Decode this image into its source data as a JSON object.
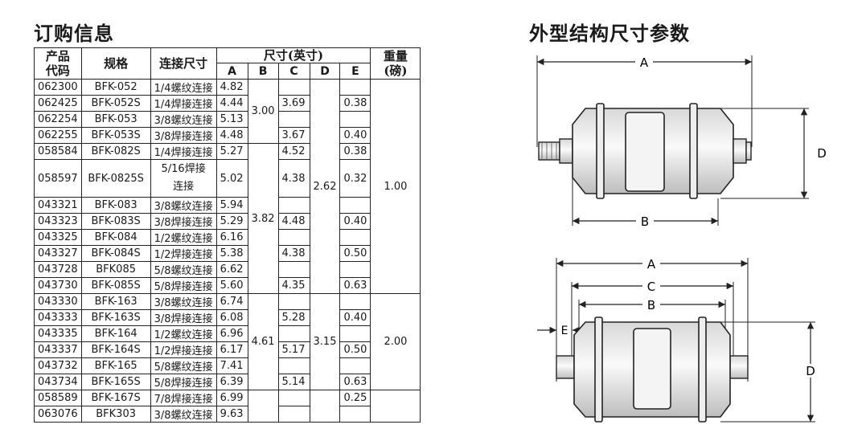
{
  "left_title": "订购信息",
  "right_title": "外型结构尺寸参数",
  "table": {
    "headers": {
      "code": [
        "产品",
        "代码"
      ],
      "spec": "规格",
      "conn": "连接尺寸",
      "dims": "尺寸(英寸)",
      "a": "A",
      "b": "B",
      "c": "C",
      "d": "D",
      "e": "E",
      "weight": [
        "重量",
        "(磅)"
      ]
    },
    "rows": [
      {
        "code": "062300",
        "spec": "BFK-052",
        "conn": "1/4螺纹连接",
        "a": "4.82",
        "c": ""
      },
      {
        "code": "062425",
        "spec": "BFK-052S",
        "conn": "1/4焊接连接",
        "a": "4.44",
        "c": "3.69"
      },
      {
        "code": "062254",
        "spec": "BFK-053",
        "conn": "3/8螺纹连接",
        "a": "5.13",
        "c": ""
      },
      {
        "code": "062255",
        "spec": "BFK-053S",
        "conn": "3/8焊接连接",
        "a": "4.48",
        "c": "3.67"
      },
      {
        "code": "058584",
        "spec": "BFK-082S",
        "conn": "1/4焊接连接",
        "a": "5.27",
        "c": "4.52"
      },
      {
        "code": "058597",
        "spec": "BFK-0825S",
        "conn": [
          "5/16焊接",
          "连接"
        ],
        "a": "5.02",
        "c": "4.38"
      },
      {
        "code": "043321",
        "spec": "BFK-083",
        "conn": "3/8螺纹连接",
        "a": "5.94",
        "c": ""
      },
      {
        "code": "043323",
        "spec": "BFK-083S",
        "conn": "3/8焊接连接",
        "a": "5.29",
        "c": "4.48"
      },
      {
        "code": "043325",
        "spec": "BFK-084",
        "conn": "1/2螺纹连接",
        "a": "6.16",
        "c": ""
      },
      {
        "code": "043327",
        "spec": "BFK-084S",
        "conn": "1/2焊接连接",
        "a": "5.38",
        "c": "4.38"
      },
      {
        "code": "043728",
        "spec": "BFK085",
        "conn": "5/8螺纹连接",
        "a": "6.62",
        "c": ""
      },
      {
        "code": "043730",
        "spec": "BFK-085S",
        "conn": "5/8焊接连接",
        "a": "5.60",
        "c": "4.35"
      },
      {
        "code": "043330",
        "spec": "BFK-163",
        "conn": "3/8螺纹连接",
        "a": "6.74",
        "c": ""
      },
      {
        "code": "043333",
        "spec": "BFK-163S",
        "conn": "3/8焊接连接",
        "a": "6.08",
        "c": "5.28"
      },
      {
        "code": "043335",
        "spec": "BFK-164",
        "conn": "1/2螺纹连接",
        "a": "6.96",
        "c": ""
      },
      {
        "code": "043337",
        "spec": "BFK-164S",
        "conn": "1/2焊接连接",
        "a": "6.17",
        "c": "5.17"
      },
      {
        "code": "043732",
        "spec": "BFK-165",
        "conn": "5/8螺纹连接",
        "a": "7.41",
        "c": ""
      },
      {
        "code": "043734",
        "spec": "BFK-165S",
        "conn": "5/8焊接连接",
        "a": "6.39",
        "c": "5.14"
      },
      {
        "code": "058589",
        "spec": "BFK-167S",
        "conn": "7/8焊接连接",
        "a": "6.99",
        "c": ""
      },
      {
        "code": "063076",
        "spec": "BFK303",
        "conn": "3/8螺纹连接",
        "a": "9.63",
        "c": ""
      }
    ],
    "b_groups": [
      "3.00",
      "3.82",
      "4.61"
    ],
    "d_groups": [
      "2.62",
      "3.15"
    ],
    "e_values": [
      "0.38",
      "0.40",
      "0.38",
      "0.32",
      "0.40",
      "0.50",
      "0.63",
      "0.40",
      "0.50",
      "0.63",
      "0.25"
    ],
    "weight_groups": [
      "1.00",
      "2.00"
    ]
  },
  "diagram": {
    "top_labels": {
      "a": "A",
      "b": "B",
      "d": "D"
    },
    "bottom_labels": {
      "a": "A",
      "c": "C",
      "b": "B",
      "e": "E",
      "d": "D"
    }
  }
}
